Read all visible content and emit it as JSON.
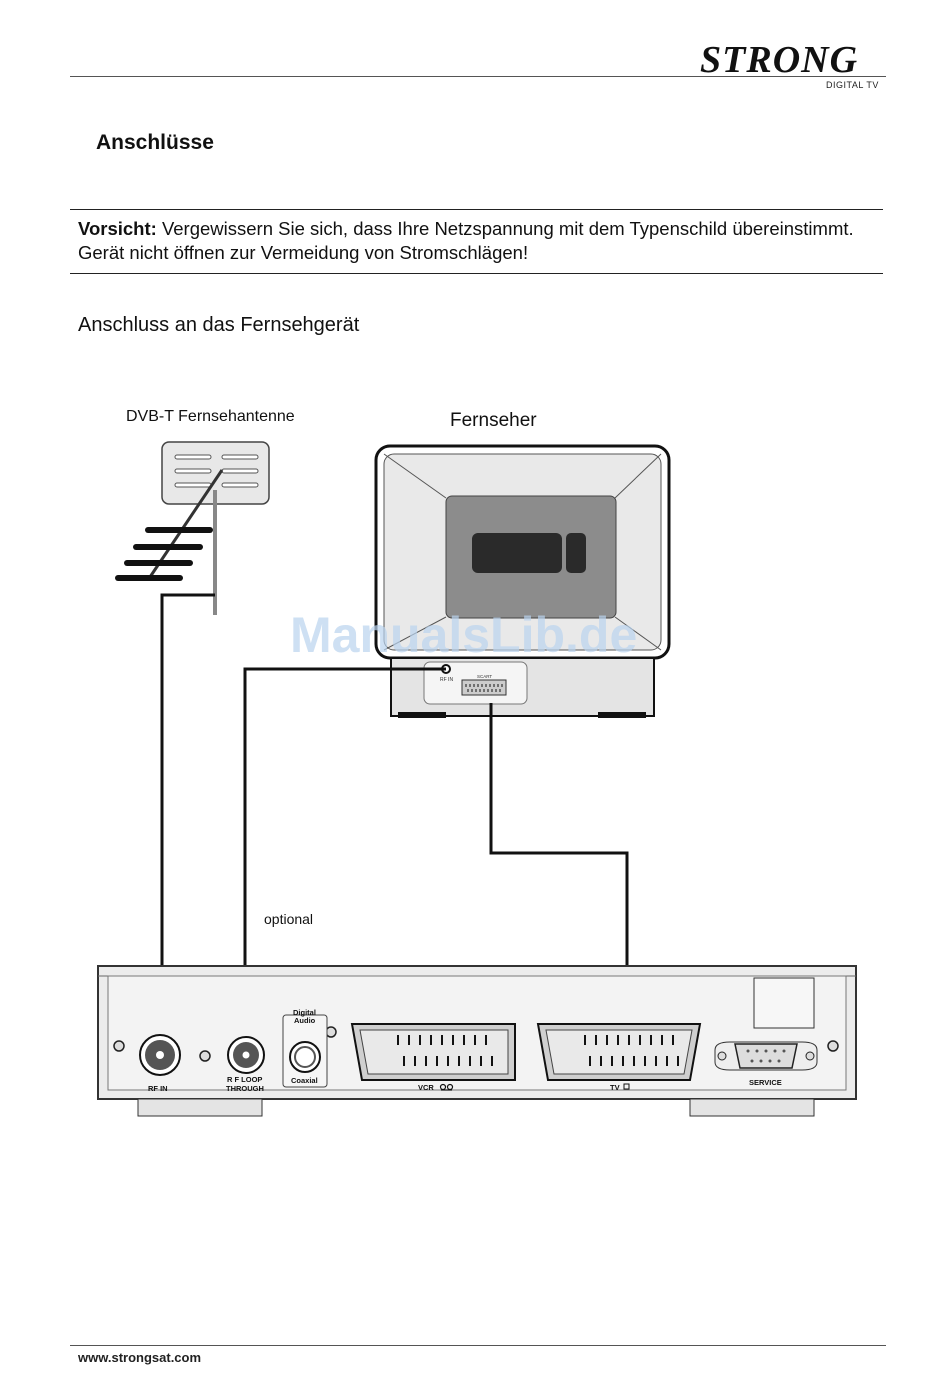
{
  "header": {
    "logo_text": "STRONG",
    "logo_subtitle": "DIGITAL TV"
  },
  "section": {
    "title": "Anschlüsse"
  },
  "caution": {
    "label": "Vorsicht:",
    "text": " Vergewissern Sie sich, dass Ihre Netzspannung mit dem Typenschild übereinstimmt. Gerät nicht öffnen zur Vermeidung von Stromschlägen!"
  },
  "subheading": "Anschluss an das Fernsehgerät",
  "diagram": {
    "antenna_label": "DVB-T Fernsehantenne",
    "tv_label": "Fernseher",
    "tv_rf_in_label": "RF IN",
    "tv_scart_label": "SCART",
    "watermark": "ManualsLib.de",
    "optional_label": "optional",
    "receiver": {
      "rf_in_label": "RF  IN",
      "rf_loop_label_1": "R F   LOOP",
      "rf_loop_label_2": "THROUGH",
      "digital_audio_label_1": "Digital",
      "digital_audio_label_2": "Audio",
      "coaxial_label": "Coaxial",
      "vcr_label": "VCR",
      "tv_label": "TV",
      "service_label": "SERVICE"
    }
  },
  "footer": {
    "url": "www.strongsat.com"
  }
}
